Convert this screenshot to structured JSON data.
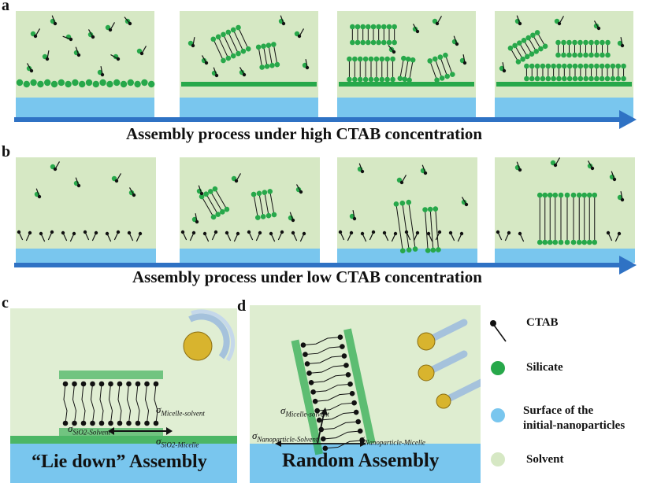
{
  "panels": {
    "a": {
      "letter": "a",
      "label": "Assembly process under high CTAB concentration"
    },
    "b": {
      "letter": "b",
      "label": "Assembly process under low CTAB concentration"
    },
    "c": {
      "letter": "c",
      "label": "“Lie down” Assembly",
      "sigma_micelle_solvent": "Micelle-solvent",
      "sigma_sio2_solvent": "SiO2-Solvent",
      "sigma_sio2_micelle": "SiO2-Micelle"
    },
    "d": {
      "letter": "d",
      "label": "Random Assembly",
      "sigma_micelle_solvent": "Micelle-solvent",
      "sigma_nanoparticle_solvent": "Nanoparticle-Solvent",
      "sigma_nanoparticle_micelle": "Nanoparticle-Micelle"
    }
  },
  "sigma_symbol": "σ",
  "legend": {
    "ctab": "CTAB",
    "silicate": "Silicate",
    "surface_line1": "Surface of the",
    "surface_line2": "initial-nanoparticles",
    "solvent": "Solvent"
  },
  "colors": {
    "solvent": "#d6e8c4",
    "substrate": "#79c6ee",
    "silicate": "#27a84a",
    "arrow": "#2f72c4",
    "ctab": "#111111",
    "nanoparticle": "#d8b42e"
  }
}
